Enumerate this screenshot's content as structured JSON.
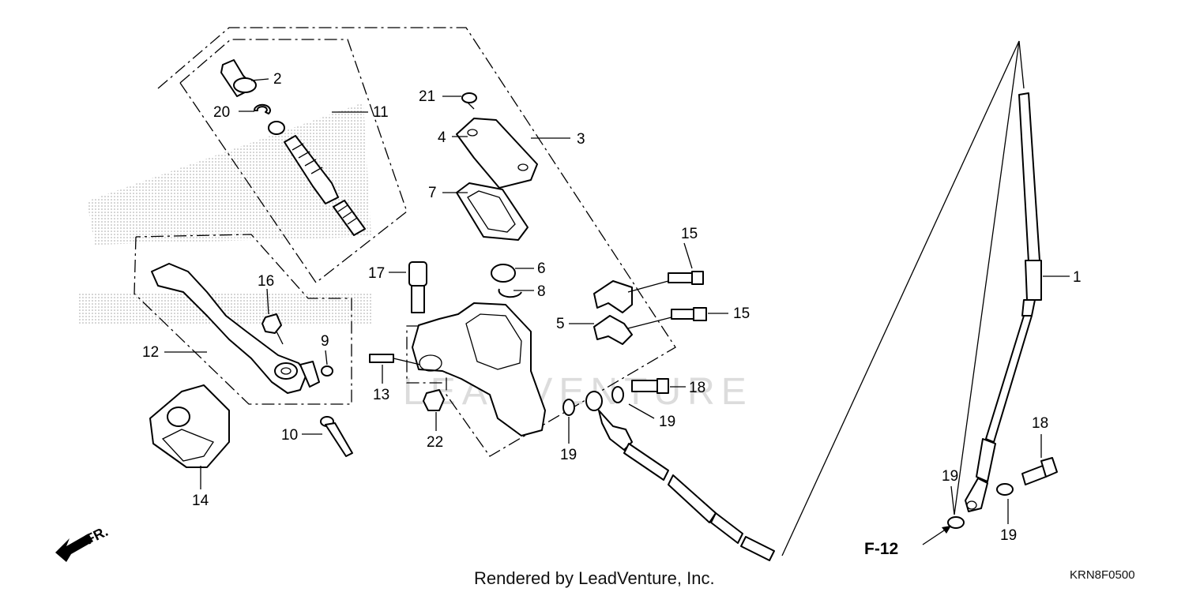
{
  "callouts": [
    {
      "id": "c1",
      "text": "1"
    },
    {
      "id": "c2",
      "text": "2"
    },
    {
      "id": "c3",
      "text": "3"
    },
    {
      "id": "c4",
      "text": "4"
    },
    {
      "id": "c5",
      "text": "5"
    },
    {
      "id": "c6",
      "text": "6"
    },
    {
      "id": "c7",
      "text": "7"
    },
    {
      "id": "c8",
      "text": "8"
    },
    {
      "id": "c9",
      "text": "9"
    },
    {
      "id": "c10",
      "text": "10"
    },
    {
      "id": "c11",
      "text": "11"
    },
    {
      "id": "c12",
      "text": "12"
    },
    {
      "id": "c13",
      "text": "13"
    },
    {
      "id": "c14",
      "text": "14"
    },
    {
      "id": "c15a",
      "text": "15"
    },
    {
      "id": "c15b",
      "text": "15"
    },
    {
      "id": "c16",
      "text": "16"
    },
    {
      "id": "c17",
      "text": "17"
    },
    {
      "id": "c18a",
      "text": "18"
    },
    {
      "id": "c18b",
      "text": "18"
    },
    {
      "id": "c19a",
      "text": "19"
    },
    {
      "id": "c19b",
      "text": "19"
    },
    {
      "id": "c19c",
      "text": "19"
    },
    {
      "id": "c19d",
      "text": "19"
    },
    {
      "id": "c20",
      "text": "20"
    },
    {
      "id": "c21",
      "text": "21"
    },
    {
      "id": "c22",
      "text": "22"
    }
  ],
  "reference": "F-12",
  "direction": "FR.",
  "watermark": "LEADVENTURE",
  "footer": "Rendered by LeadVenture, Inc.",
  "diagram_code": "KRN8F0500"
}
